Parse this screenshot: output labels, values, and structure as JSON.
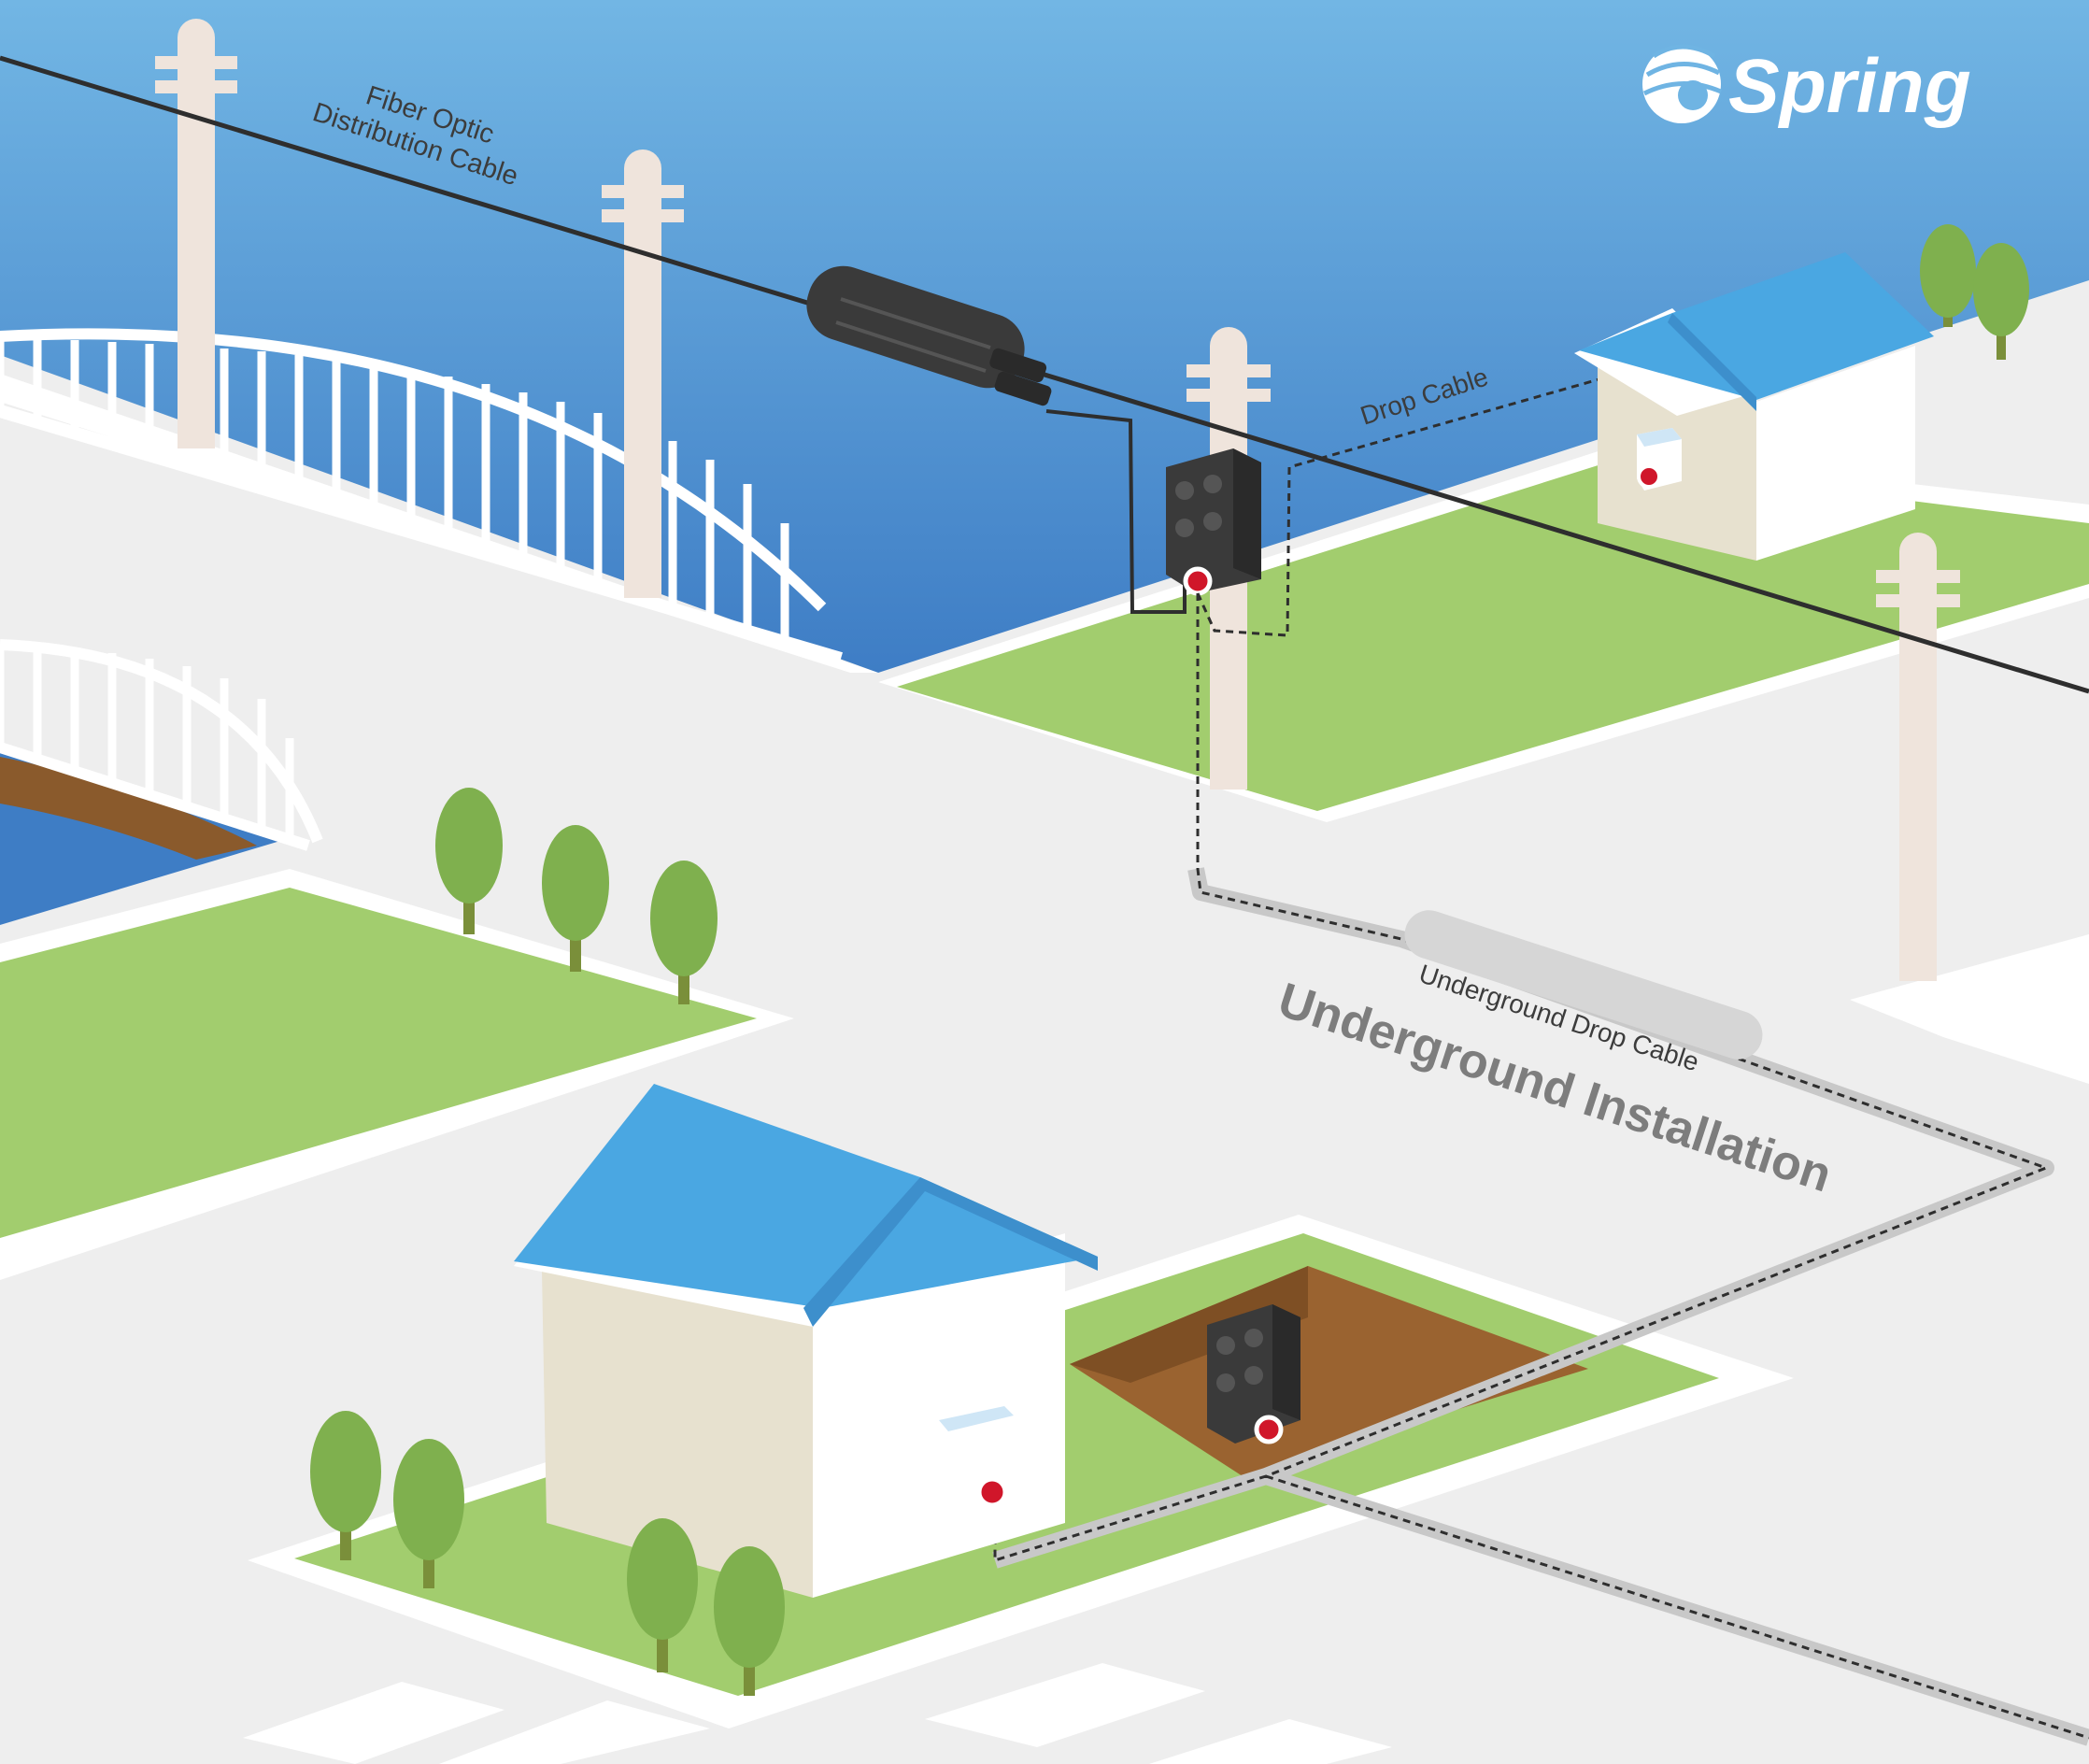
{
  "brand": {
    "name": "Spring"
  },
  "labels": {
    "fiber_line1": "Fiber Optic",
    "fiber_line2": "Distribution Cable",
    "drop_cable": "Drop Cable",
    "underground_drop_cable": "Underground Drop Cable",
    "underground_installation": "Underground Installation"
  },
  "colors": {
    "sky_top": "#6fb4e3",
    "sky_bottom": "#3d7cc4",
    "ground": "#eeeeee",
    "grass": "#a2cd6e",
    "roof": "#4aa7e2",
    "wall": "#e7e1cf",
    "closure": "#3a3a3a",
    "marker": "#d0162a",
    "soil": "#9a6330"
  },
  "icons": [
    "fiber-splice-closure-icon",
    "terminal-box-icon",
    "utility-pole-icon",
    "house-icon",
    "tree-icon",
    "wall-outlet-icon",
    "connection-point-icon",
    "spring-logo-icon"
  ]
}
